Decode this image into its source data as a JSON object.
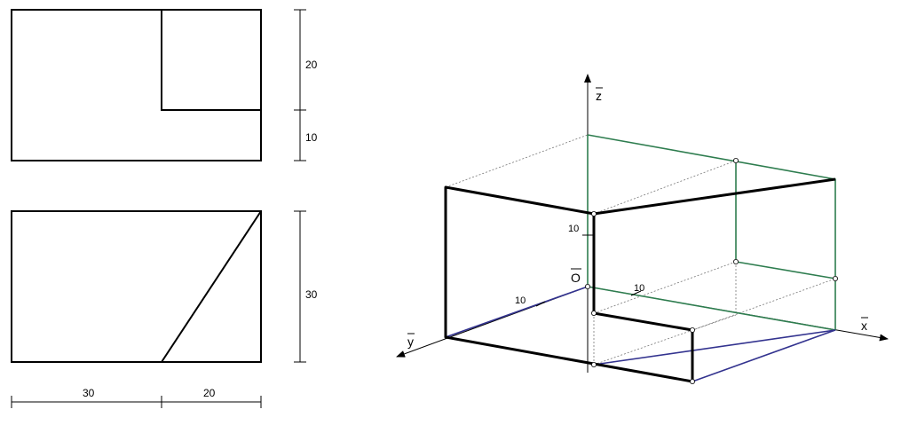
{
  "colors": {
    "line": "#000000",
    "green": "#2e7d4f",
    "blue": "#33338f",
    "thin": "#777777"
  },
  "front_view": {
    "dim_top": "20",
    "dim_bottom": "10"
  },
  "top_view": {
    "dim_right": "30",
    "dim_left": "30",
    "dim_right_bottom": "20"
  },
  "axonometric": {
    "axis_x": "x",
    "axis_y": "y",
    "axis_z": "z",
    "origin": "O",
    "tick_z": "10",
    "tick_x": "10",
    "tick_y": "10"
  }
}
